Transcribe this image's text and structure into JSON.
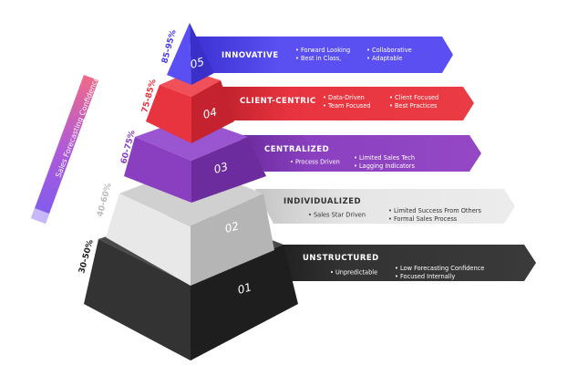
{
  "side_label": "Sales Forecasting Confidence",
  "tiers": [
    {
      "number": "01",
      "percent": "30-50%",
      "title": "UNSTRUCTURED",
      "left_bullets": [
        "Unpredictable"
      ],
      "right_bullets": [
        "Low Forecasting Confidence",
        "Focused Internally"
      ],
      "color": "#2b2b2b"
    },
    {
      "number": "02",
      "percent": "40-60%",
      "title": "INDIVIDUALIZED",
      "left_bullets": [
        "Sales Star Driven"
      ],
      "right_bullets": [
        "Limited Success From Others",
        "Formal Sales Process"
      ],
      "color": "#d9d9d9"
    },
    {
      "number": "03",
      "percent": "60-75%",
      "title": "CENTRALIZED",
      "left_bullets": [
        "Process Driven"
      ],
      "right_bullets": [
        "Limited Sales Tech",
        "Lagging Indicators"
      ],
      "color": "#8a3fc0"
    },
    {
      "number": "04",
      "percent": "75-85%",
      "title": "CLIENT-CENTRIC",
      "left_bullets": [
        "Data-Driven",
        "Team Focused"
      ],
      "right_bullets": [
        "Client Focused",
        "Best Practices"
      ],
      "color": "#e8343f"
    },
    {
      "number": "05",
      "percent": "85-95%",
      "title": "INNOVATIVE",
      "left_bullets": [
        "Forward Looking",
        "Best in Class,"
      ],
      "right_bullets": [
        "Collaborative",
        "Adaptable"
      ],
      "color": "#4a3fe0"
    }
  ]
}
